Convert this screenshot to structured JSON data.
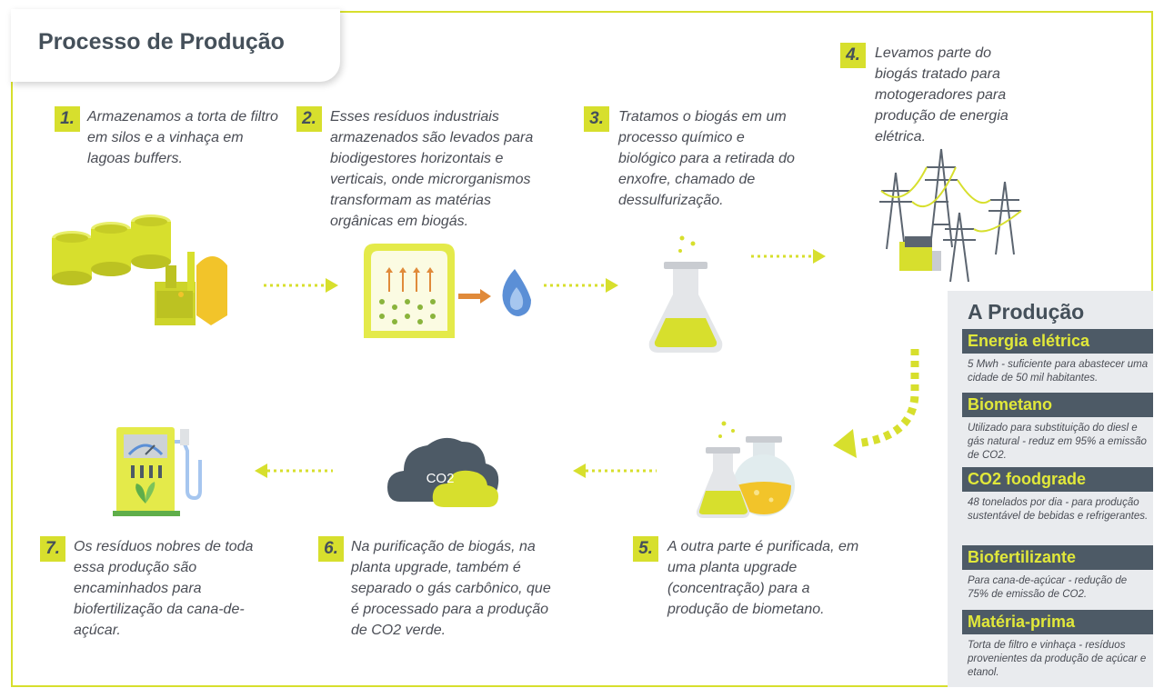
{
  "title": "Processo de Produção",
  "steps": [
    {
      "num": "1.",
      "text": "Armazenamos a torta de filtro em silos e a vinhaça em lagoas buffers."
    },
    {
      "num": "2.",
      "text": "Esses resíduos industriais armazenados são levados para biodigestores horizontais e verticais, onde microrganismos transformam as matérias orgânicas em biogás."
    },
    {
      "num": "3.",
      "text": "Tratamos o biogás em um processo químico e biológico para a retirada do enxofre, chamado de dessulfurização."
    },
    {
      "num": "4.",
      "text": "Levamos parte do biogás tratado para motogeradores para produção de energia elétrica."
    },
    {
      "num": "5.",
      "text": "A outra parte é purificada, em uma planta upgrade (concentração) para a produção de biometano."
    },
    {
      "num": "6.",
      "text": "Na purificação de biogás, na planta upgrade, também é separado o gás carbônico, que é processado para a produção de CO2 verde."
    },
    {
      "num": "7.",
      "text": "Os resíduos nobres de toda essa produção são encaminhados para biofertilização da cana-de-açúcar."
    }
  ],
  "co2_label": "CO2",
  "panel": {
    "title": "A Produção",
    "items": [
      {
        "head": "Energia elétrica",
        "desc": "5 Mwh - suficiente para abastecer uma cidade de 50 mil habitantes."
      },
      {
        "head": "Biometano",
        "desc": "Utilizado para substituição do diesl e gás natural - reduz em 95% a emissão de CO2."
      },
      {
        "head": "CO2 foodgrade",
        "desc": "48 tonelados por dia - para produção sustentável de bebidas e refrigerantes."
      },
      {
        "head": "Biofertilizante",
        "desc": "Para cana-de-açúcar - redução de 75% de emissão de CO2."
      },
      {
        "head": "Matéria-prima",
        "desc": "Torta de filtro e vinhaça - resíduos provenientes da produção de açúcar e etanol."
      }
    ]
  },
  "colors": {
    "accent": "#d7df2d",
    "dark": "#45505a",
    "panel_head": "#4d5a66",
    "panel_bg": "#e9ebee"
  }
}
